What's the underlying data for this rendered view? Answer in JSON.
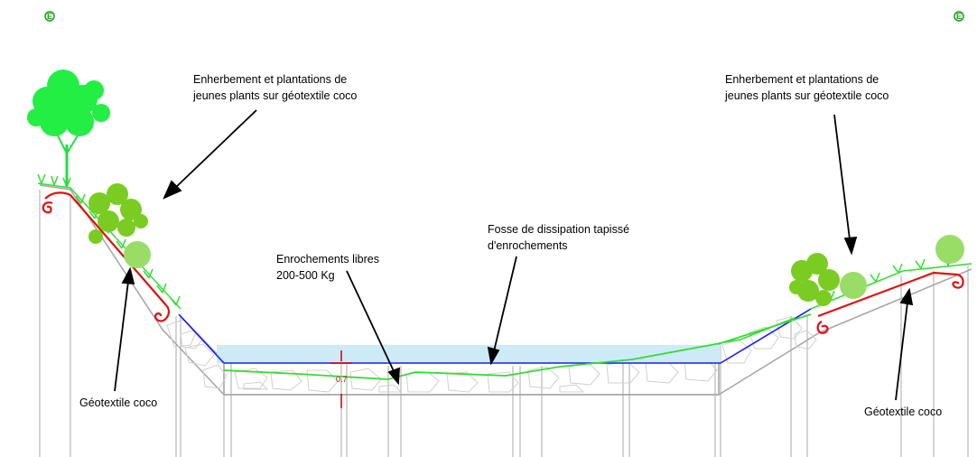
{
  "labels": {
    "top_left_line1": "Enherbement et plantations de",
    "top_left_line2": "jeunes plants sur géotextile coco",
    "top_right_line1": "Enherbement et plantations de",
    "top_right_line2": "jeunes plants sur géotextile coco",
    "fosse_line1": "Fosse de dissipation tapissé",
    "fosse_line2": "d'enrochements",
    "enroch_line1": "Enrochements libres",
    "enroch_line2": "200-500 Kg",
    "geo_left": "Géotextile coco",
    "geo_right": "Géotextile coco",
    "depth": "0.7",
    "corner_mark_left": "E",
    "corner_mark_right": "E"
  },
  "colors": {
    "water_line": "#1a1aff",
    "geotextile": "#e01010",
    "grass": "#33dd33",
    "foliage": "#22ee44",
    "shrub": "#7acc22",
    "ground": "#b0b0b0",
    "water_fill": "#cdeaf7",
    "cross_hair": "#cc0000"
  }
}
